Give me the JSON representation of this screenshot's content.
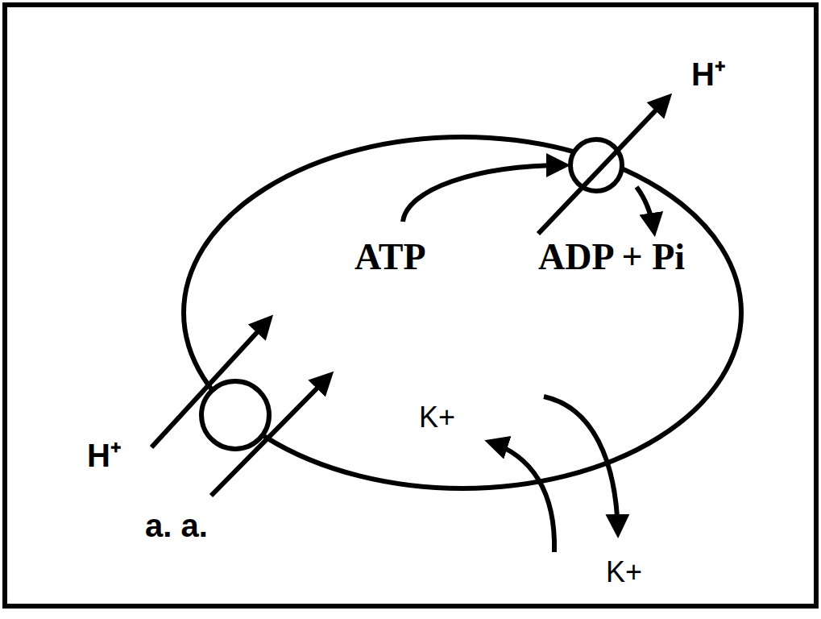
{
  "diagram": {
    "labels": [
      "H⁺",
      "ATP",
      "ADP + Pi",
      "K+",
      "H⁺",
      "a. a.",
      "K+"
    ]
  }
}
